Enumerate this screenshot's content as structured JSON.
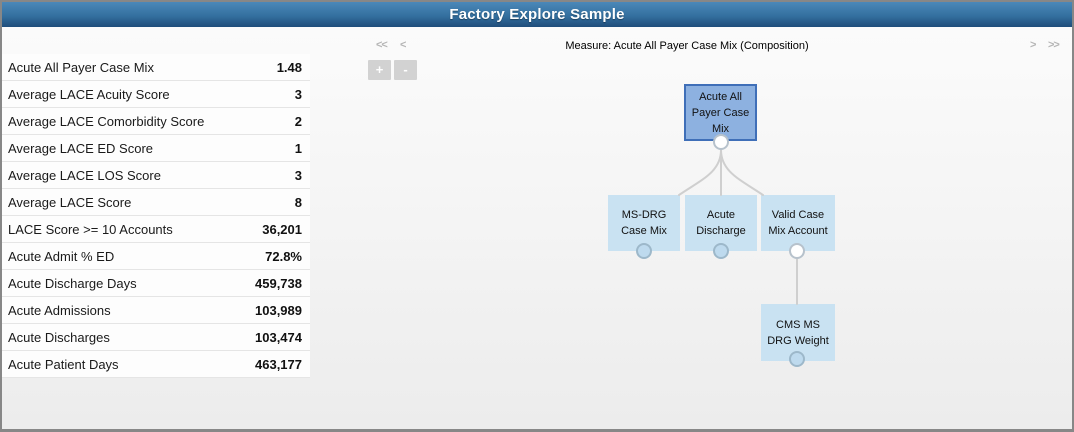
{
  "header": {
    "title": "Factory Explore Sample"
  },
  "metrics": {
    "items": [
      {
        "label": "Acute All Payer Case Mix",
        "value": "1.48"
      },
      {
        "label": "Average LACE Acuity Score",
        "value": "3"
      },
      {
        "label": "Average LACE Comorbidity Score",
        "value": "2"
      },
      {
        "label": "Average LACE ED Score",
        "value": "1"
      },
      {
        "label": "Average LACE LOS Score",
        "value": "3"
      },
      {
        "label": "Average LACE Score",
        "value": "8"
      },
      {
        "label": "LACE Score >= 10 Accounts",
        "value": "36,201"
      },
      {
        "label": "Acute Admit % ED",
        "value": "72.8%"
      },
      {
        "label": "Acute Discharge Days",
        "value": "459,738"
      },
      {
        "label": "Acute Admissions",
        "value": "103,989"
      },
      {
        "label": "Acute Discharges",
        "value": "103,474"
      },
      {
        "label": "Acute Patient Days",
        "value": "463,177"
      }
    ]
  },
  "explorer": {
    "measure_title": "Measure: Acute All Payer Case Mix (Composition)",
    "nav": {
      "first": "<<",
      "prev": "<",
      "next": ">",
      "last": ">>"
    },
    "zoom": {
      "in": "+",
      "out": "-"
    },
    "tree": {
      "root": {
        "label": "Acute All Payer Case Mix",
        "lines": [
          "Acute All",
          "Payer Case",
          "Mix"
        ]
      },
      "children": [
        {
          "label": "MS-DRG Case Mix",
          "lines": [
            "MS-DRG",
            "Case Mix"
          ]
        },
        {
          "label": "Acute Discharge",
          "lines": [
            "Acute",
            "Discharge"
          ]
        },
        {
          "label": "Valid Case Mix Account",
          "lines": [
            "Valid Case",
            "Mix Account"
          ]
        }
      ],
      "grandchild": {
        "label": "CMS MS DRG Weight",
        "lines": [
          "CMS MS",
          "DRG Weight"
        ]
      }
    },
    "colors": {
      "header_blue_top": "#4b88b9",
      "header_blue_bottom": "#1f4d7b",
      "root_node_fill": "#8db1e0",
      "root_node_border": "#3f6fb8",
      "child_node_fill": "#c9e2f2",
      "connector_gray": "#cfcfcf",
      "toggle_blue": "#bedaee"
    }
  }
}
